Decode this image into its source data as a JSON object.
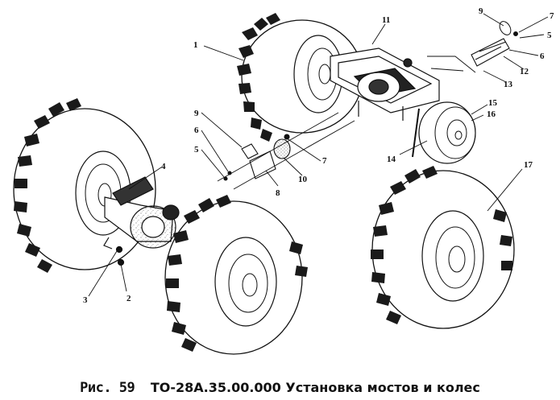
{
  "caption": {
    "figure_label": "Рис. 59",
    "title": "ТО-28А.35.00.000 Установка мостов и колес"
  },
  "callouts": [
    "1",
    "2",
    "3",
    "4",
    "5",
    "5",
    "6",
    "6",
    "7",
    "7",
    "8",
    "9",
    "9",
    "10",
    "11",
    "12",
    "13",
    "14",
    "15",
    "16",
    "17"
  ],
  "colors": {
    "ink": "#111111",
    "tire_fill": "#ffffff",
    "background": "#ffffff"
  }
}
